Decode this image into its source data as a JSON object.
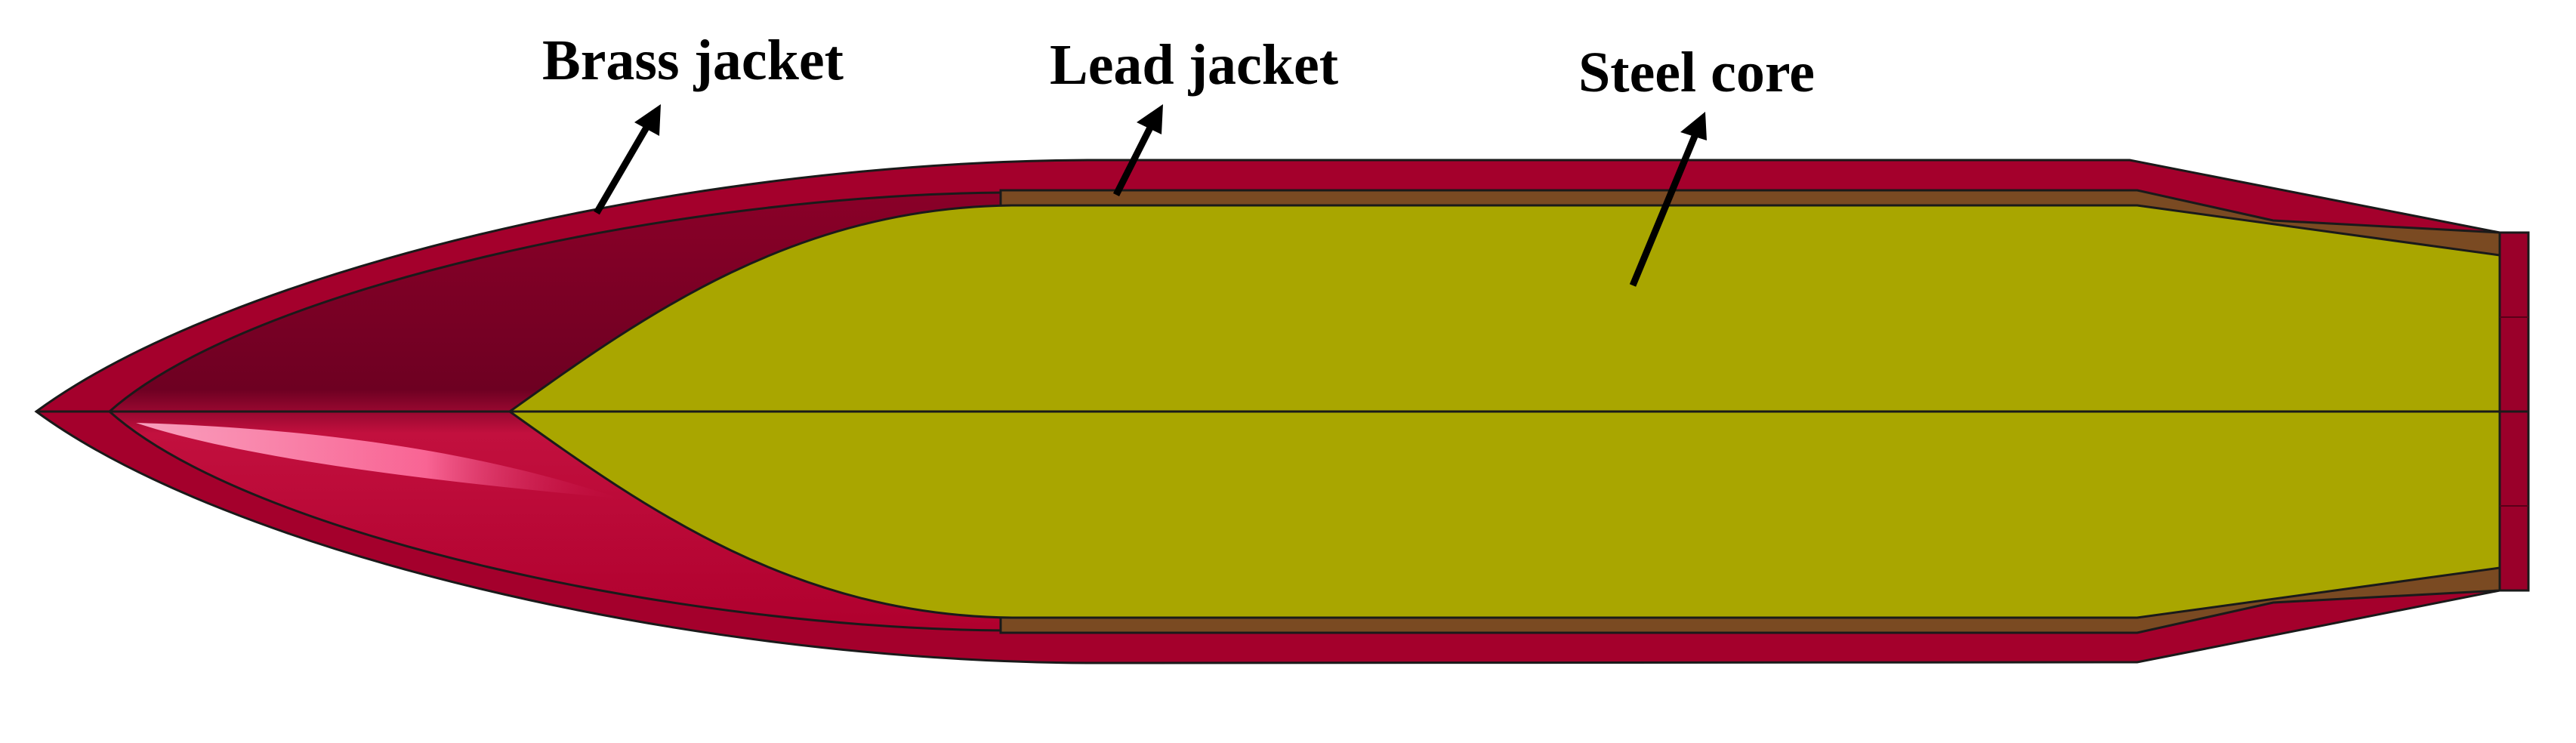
{
  "labels": {
    "brass_jacket": "Brass jacket",
    "lead_jacket": "Lead jacket",
    "steel_core": "Steel core"
  },
  "colors": {
    "brass": "#a8002e",
    "brass_dark": "#6e0022",
    "brass_highlight": "#ff7aa8",
    "lead": "#7a4a22",
    "steel": "#a9a600",
    "outline": "#1a1a1a",
    "arrow": "#000000"
  }
}
